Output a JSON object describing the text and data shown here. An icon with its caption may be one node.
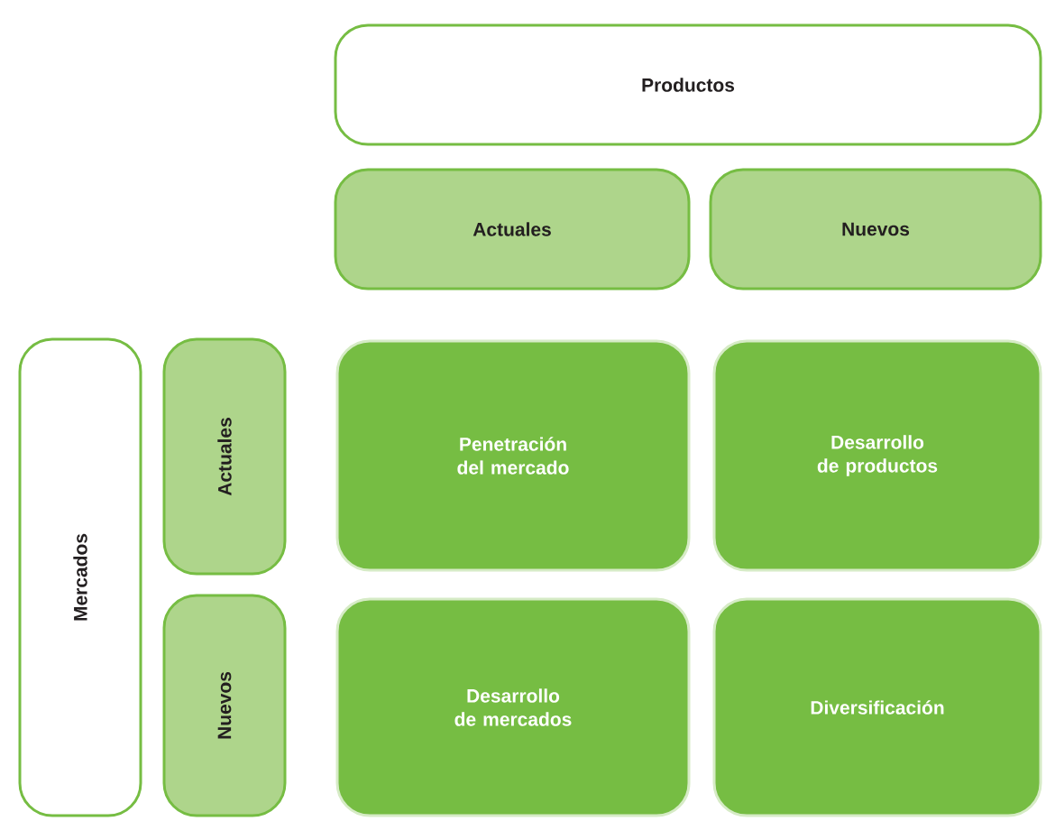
{
  "diagram": {
    "nodes": [
      {
        "text": [
          "Productos"
        ]
      },
      {
        "text": [
          "Actuales"
        ]
      },
      {
        "text": [
          "Nuevos"
        ]
      },
      {
        "text": [
          "Mercados"
        ]
      },
      {
        "text": [
          "Actuales"
        ]
      },
      {
        "text": [
          "Nuevos"
        ]
      },
      {
        "text": [
          "Penetración del mercado"
        ]
      },
      {
        "text": [
          "Desarrollo de productos"
        ]
      },
      {
        "text": [
          "Desarrollo de mercados"
        ]
      },
      {
        "text": [
          "Diversificación"
        ]
      }
    ]
  }
}
